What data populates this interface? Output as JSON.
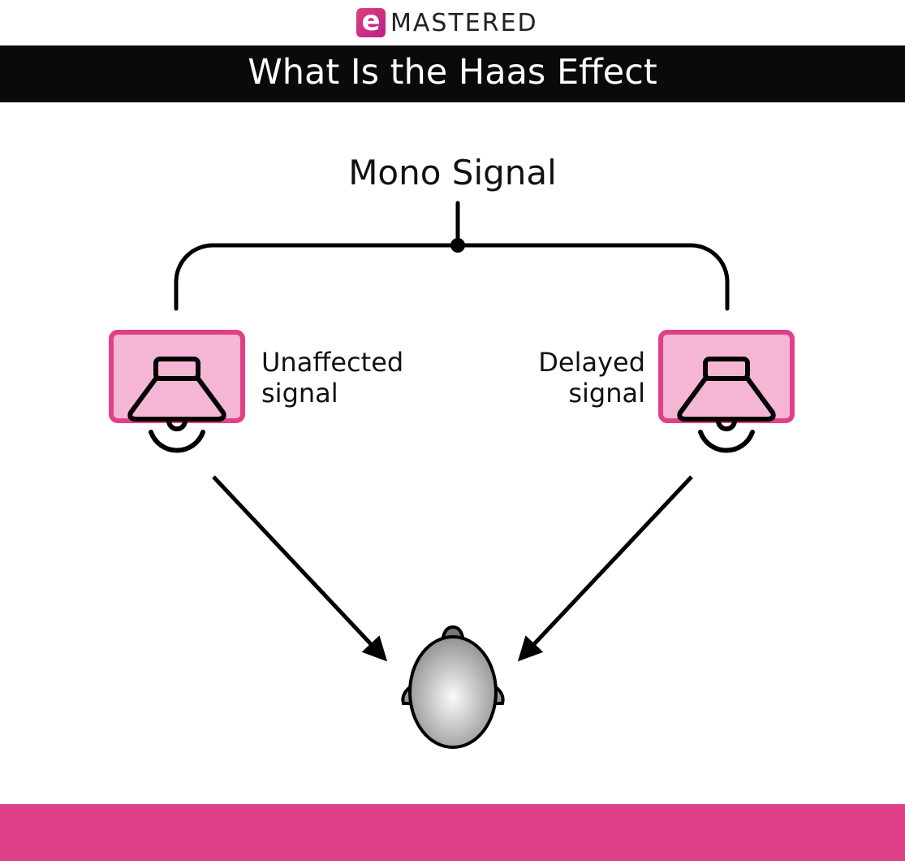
{
  "brand": {
    "logo_letter": "e",
    "name": "MASTERED"
  },
  "title": "What Is the Haas Effect",
  "diagram": {
    "source_label": "Mono Signal",
    "left_speaker": {
      "line1": "Unaffected",
      "line2": "signal"
    },
    "right_speaker": {
      "line1": "Delayed",
      "line2": "signal"
    }
  },
  "colors": {
    "accent": "#e0408a",
    "speaker_fill": "#f4b6d4",
    "title_bg": "#0a0a0a"
  }
}
